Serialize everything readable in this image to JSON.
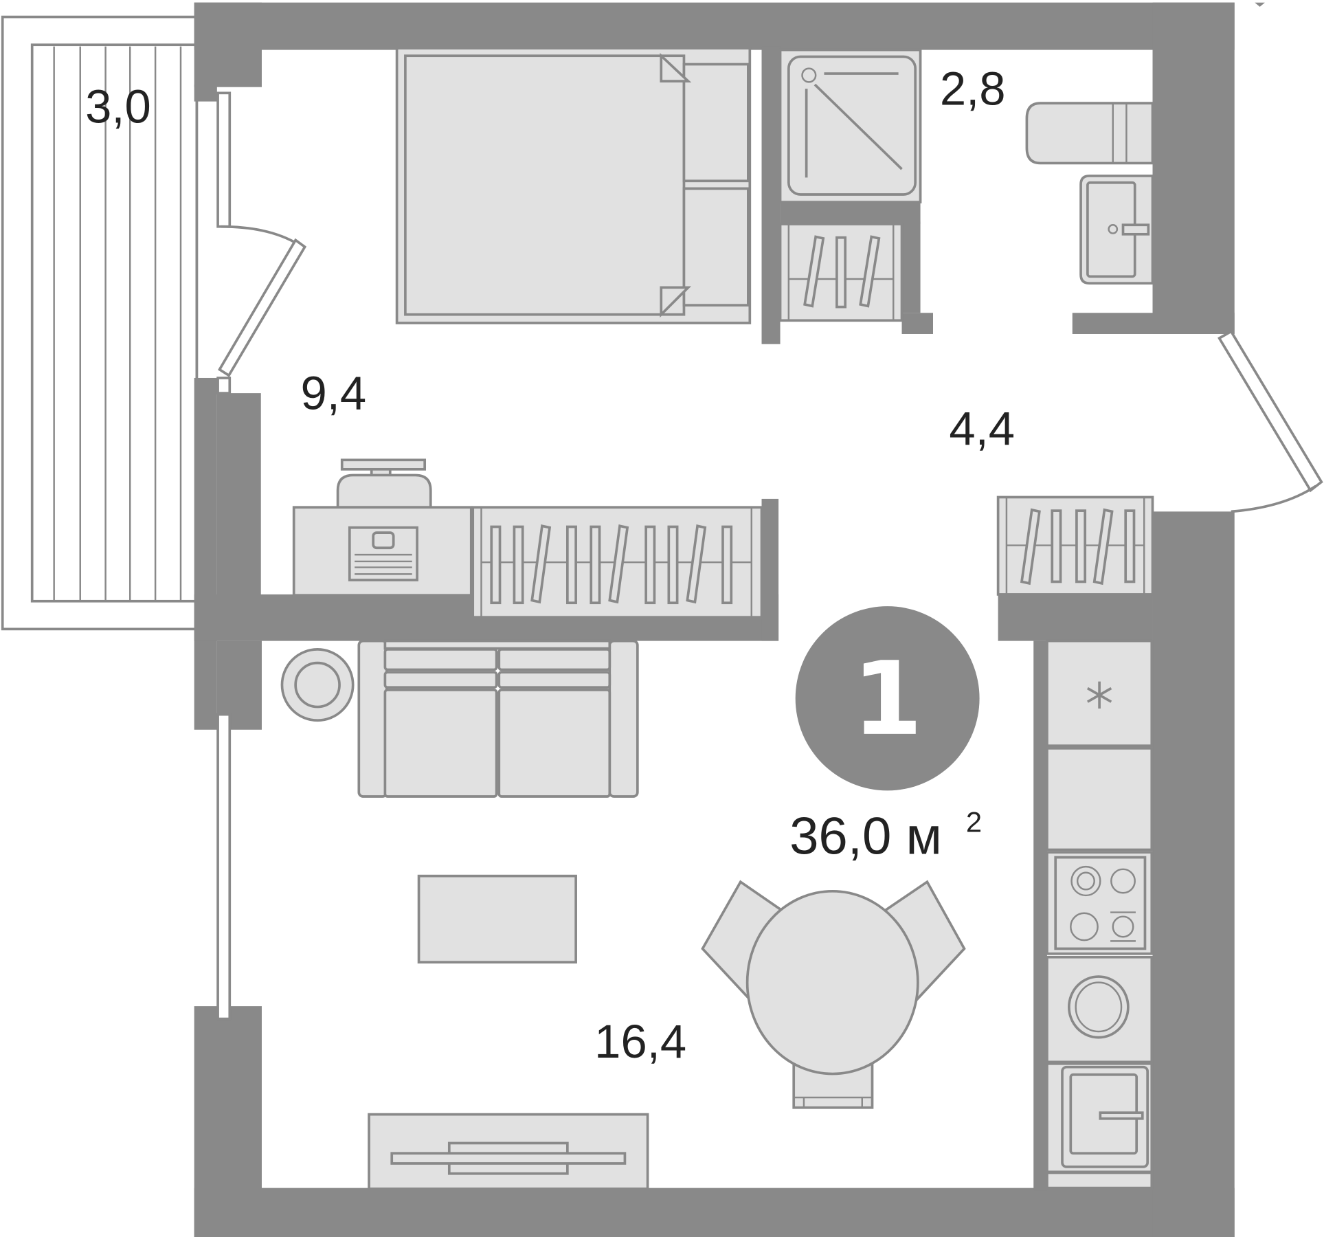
{
  "plan": {
    "rooms_count": "1",
    "total_area_value": "36,0 м",
    "total_area_unit_sup": "2",
    "rooms": [
      {
        "id": "balcony",
        "area": "3,0"
      },
      {
        "id": "bathroom",
        "area": "2,8"
      },
      {
        "id": "bedroom",
        "area": "9,4"
      },
      {
        "id": "hallway",
        "area": "4,4"
      },
      {
        "id": "living-kitchen",
        "area": "16,4"
      }
    ]
  },
  "colors": {
    "wall": "#898989",
    "furniture_fill": "#e1e1e1",
    "text": "#222222",
    "background": "#ffffff"
  },
  "icons": {
    "fridge": "snowflake-icon",
    "stove": "cooktop-icon",
    "sink": "sink-icon"
  }
}
